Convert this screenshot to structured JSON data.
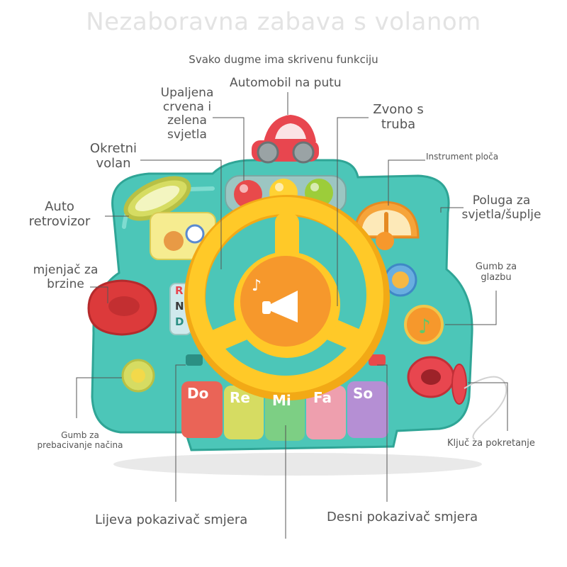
{
  "title": "Nezaboravna zabava s volanom",
  "subtitle": "Svako dugme ima skrivenu funkciju",
  "labels": {
    "car_on_road": "Automobil na putu",
    "lights": [
      "Upaljena",
      "crvena i",
      "zelena",
      "svjetla"
    ],
    "horn": [
      "Zvono s",
      "truba"
    ],
    "steering_wheel": [
      "Okretni",
      "volan"
    ],
    "dashboard": "Instrument ploča",
    "mirror": [
      "Auto",
      "retrovizor"
    ],
    "light_lever": [
      "Poluga za",
      "svjetla/šuplje"
    ],
    "gear_shifter": [
      "mjenjač za",
      "brzine"
    ],
    "music_button": [
      "Gumb za",
      "glazbu"
    ],
    "mode_button": [
      "Gumb za",
      "prebacivanje načina"
    ],
    "key": "Ključ za pokretanje",
    "left_signal": "Lijeva pokazivač smjera",
    "right_signal": "Desni pokazivač smjera"
  },
  "toy": {
    "gear_letters": [
      "R",
      "N",
      "D"
    ],
    "piano_keys": [
      "Do",
      "Re",
      "Mi",
      "Fa",
      "So"
    ],
    "colors": {
      "body": "#4cc6b8",
      "body_dark": "#2fa596",
      "wheel": "#ffc928",
      "wheel_shadow": "#f2a916",
      "horn_center": "#f6982c",
      "car": "#e8464f",
      "shifter": "#dc3a3b",
      "light_red": "#e84a4b",
      "light_yellow": "#ffd233",
      "light_green": "#9ccd3a",
      "key_red": "#ea6457",
      "key_yellow": "#d6dc62",
      "key_green": "#7dcf84",
      "key_pink": "#ee9fae",
      "key_purple": "#b58fd4"
    }
  }
}
